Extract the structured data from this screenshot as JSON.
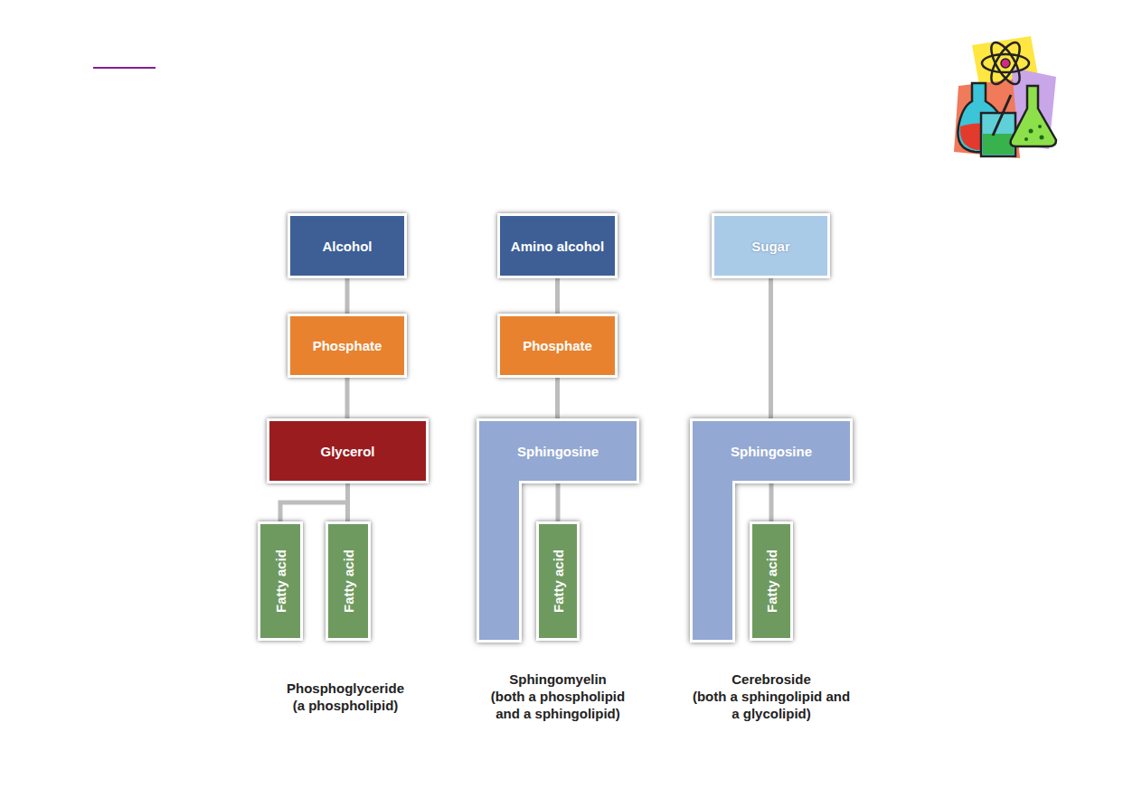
{
  "diagram": {
    "nodes": [
      {
        "text": [
          "Alcohol"
        ]
      },
      {
        "text": [
          "Phosphate"
        ]
      },
      {
        "text": [
          "Glycerol"
        ]
      },
      {
        "text": [
          "Fatty acid"
        ]
      },
      {
        "text": [
          "Fatty acid"
        ]
      },
      {
        "text": [
          "Amino alcohol"
        ]
      },
      {
        "text": [
          "Phosphate"
        ]
      },
      {
        "text": [
          "Sphingosine"
        ]
      },
      {
        "text": [
          "Fatty acid"
        ]
      },
      {
        "text": [
          "Sugar"
        ]
      },
      {
        "text": [
          "Sphingosine"
        ]
      },
      {
        "text": [
          "Fatty acid"
        ]
      }
    ],
    "edges": [
      {
        "from": 0,
        "to": 1,
        "arrow": "none"
      },
      {
        "from": 1,
        "to": 2,
        "arrow": "none"
      },
      {
        "from": 2,
        "to": 3,
        "arrow": "none"
      },
      {
        "from": 2,
        "to": 4,
        "arrow": "none"
      },
      {
        "from": 5,
        "to": 6,
        "arrow": "none"
      },
      {
        "from": 6,
        "to": 7,
        "arrow": "none"
      },
      {
        "from": 7,
        "to": 8,
        "arrow": "none"
      },
      {
        "from": 9,
        "to": 10,
        "arrow": "none"
      },
      {
        "from": 10,
        "to": 11,
        "arrow": "none"
      }
    ],
    "labels": [
      "Phosphoglyceride",
      "(a phospholipid)",
      "Sphingomyelin",
      "(both a phospholipid and a sphingolipid)",
      "Cerebroside",
      "(both a sphingolipid and a glycolipid)"
    ]
  }
}
